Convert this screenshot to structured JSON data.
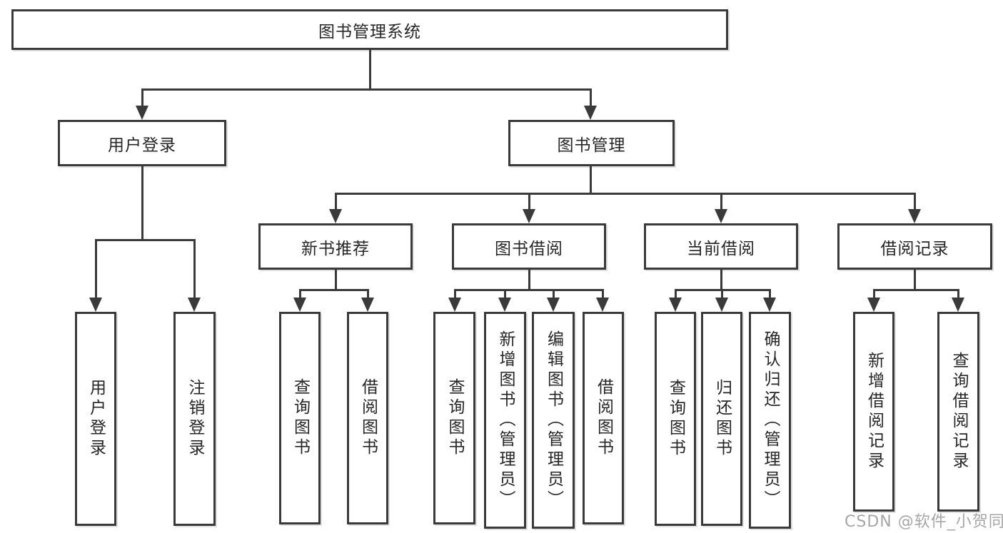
{
  "diagram": {
    "title": "图书管理系统",
    "user_login": {
      "label": "用户登录",
      "children": [
        "用户登录",
        "注销登录"
      ]
    },
    "book_mgmt": {
      "label": "图书管理",
      "modules": [
        {
          "label": "新书推荐",
          "children": [
            "查询图书",
            "借阅图书"
          ]
        },
        {
          "label": "图书借阅",
          "children": [
            "查询图书",
            "新增图书（管理员）",
            "编辑图书（管理员）",
            "借阅图书"
          ]
        },
        {
          "label": "当前借阅",
          "children": [
            "查询图书",
            "归还图书",
            "确认归还（管理员）"
          ]
        },
        {
          "label": "借阅记录",
          "children": [
            "新增借阅记录",
            "查询借阅记录"
          ]
        }
      ]
    }
  },
  "watermark": {
    "text": "CSDN @软件_小贺同学"
  },
  "colors": {
    "line": "#3a3a3a",
    "text": "#262626",
    "watermark": "#a6a6a6",
    "background": "#ffffff"
  }
}
